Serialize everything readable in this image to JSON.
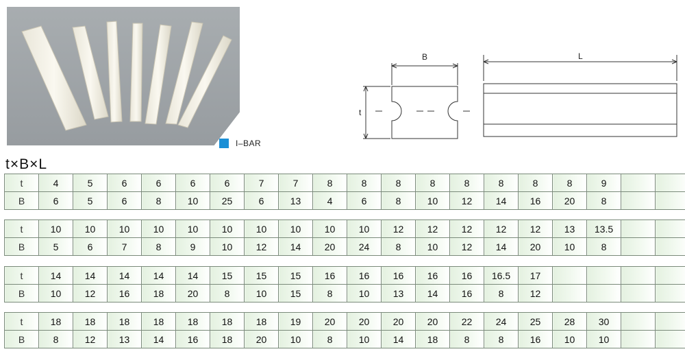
{
  "product": {
    "legend_label": "I–BAR",
    "legend_color": "#1a8fd6"
  },
  "drawing": {
    "dim_width_label": "B",
    "dim_length_label": "L",
    "dim_thickness_label": "t"
  },
  "formula": "t×B×L",
  "table": {
    "row_labels": [
      "t",
      "B"
    ],
    "columns_per_block": 19,
    "blocks": [
      {
        "t": [
          "4",
          "5",
          "6",
          "6",
          "6",
          "6",
          "7",
          "7",
          "8",
          "8",
          "8",
          "8",
          "8",
          "8",
          "8",
          "8",
          "9",
          "",
          ""
        ],
        "B": [
          "6",
          "5",
          "6",
          "8",
          "10",
          "25",
          "6",
          "13",
          "4",
          "6",
          "8",
          "10",
          "12",
          "14",
          "16",
          "20",
          "8",
          "",
          ""
        ]
      },
      {
        "t": [
          "10",
          "10",
          "10",
          "10",
          "10",
          "10",
          "10",
          "10",
          "10",
          "10",
          "12",
          "12",
          "12",
          "12",
          "12",
          "13",
          "13.5",
          "",
          ""
        ],
        "B": [
          "5",
          "6",
          "7",
          "8",
          "9",
          "10",
          "12",
          "14",
          "20",
          "24",
          "8",
          "10",
          "12",
          "14",
          "20",
          "10",
          "8",
          "",
          ""
        ]
      },
      {
        "t": [
          "14",
          "14",
          "14",
          "14",
          "14",
          "15",
          "15",
          "15",
          "16",
          "16",
          "16",
          "16",
          "16",
          "16.5",
          "17",
          "",
          "",
          "",
          ""
        ],
        "B": [
          "10",
          "12",
          "16",
          "18",
          "20",
          "8",
          "10",
          "15",
          "8",
          "10",
          "13",
          "14",
          "16",
          "8",
          "12",
          "",
          "",
          "",
          ""
        ]
      },
      {
        "t": [
          "18",
          "18",
          "18",
          "18",
          "18",
          "18",
          "18",
          "19",
          "20",
          "20",
          "20",
          "20",
          "22",
          "24",
          "25",
          "28",
          "30",
          "",
          ""
        ],
        "B": [
          "8",
          "12",
          "13",
          "14",
          "16",
          "18",
          "20",
          "10",
          "8",
          "10",
          "14",
          "18",
          "8",
          "8",
          "16",
          "10",
          "10",
          "",
          ""
        ]
      }
    ]
  }
}
